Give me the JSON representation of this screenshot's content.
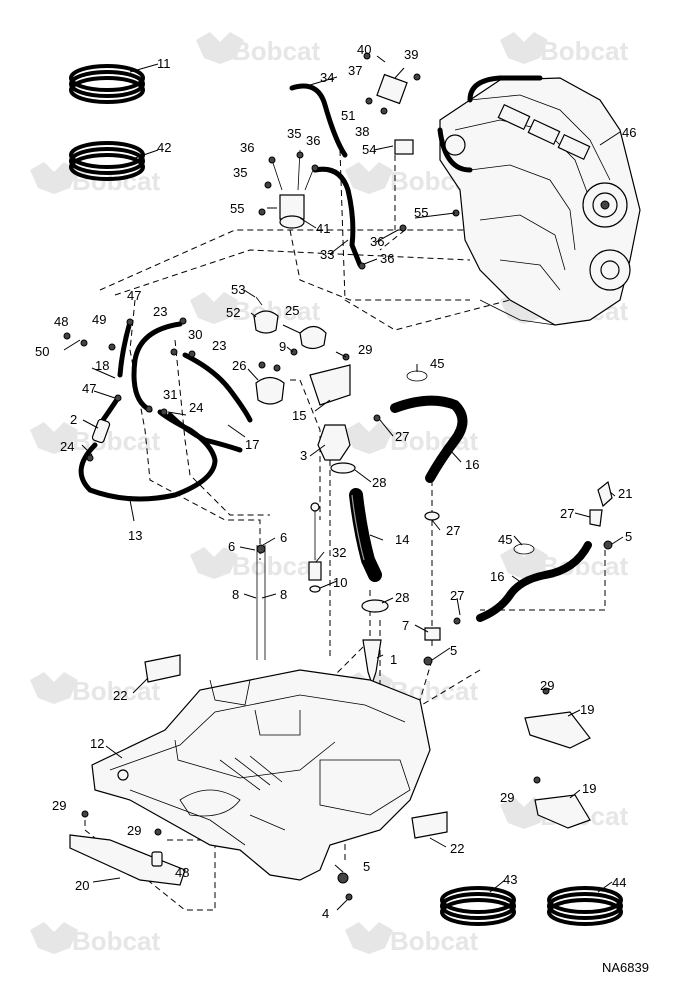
{
  "watermark": {
    "brand": "Bobcat"
  },
  "figure_code": "NA6839",
  "callouts": [
    {
      "id": "c1",
      "label": "1"
    },
    {
      "id": "c2",
      "label": "2"
    },
    {
      "id": "c3",
      "label": "3"
    },
    {
      "id": "c4",
      "label": "4"
    },
    {
      "id": "c5a",
      "label": "5"
    },
    {
      "id": "c5b",
      "label": "5"
    },
    {
      "id": "c5c",
      "label": "5"
    },
    {
      "id": "c6a",
      "label": "6"
    },
    {
      "id": "c6b",
      "label": "6"
    },
    {
      "id": "c7",
      "label": "7"
    },
    {
      "id": "c8a",
      "label": "8"
    },
    {
      "id": "c8b",
      "label": "8"
    },
    {
      "id": "c9",
      "label": "9"
    },
    {
      "id": "c10",
      "label": "10"
    },
    {
      "id": "c11",
      "label": "11"
    },
    {
      "id": "c12",
      "label": "12"
    },
    {
      "id": "c13",
      "label": "13"
    },
    {
      "id": "c14",
      "label": "14"
    },
    {
      "id": "c15",
      "label": "15"
    },
    {
      "id": "c16a",
      "label": "16"
    },
    {
      "id": "c16b",
      "label": "16"
    },
    {
      "id": "c17",
      "label": "17"
    },
    {
      "id": "c18",
      "label": "18"
    },
    {
      "id": "c19a",
      "label": "19"
    },
    {
      "id": "c19b",
      "label": "19"
    },
    {
      "id": "c20",
      "label": "20"
    },
    {
      "id": "c21",
      "label": "21"
    },
    {
      "id": "c22a",
      "label": "22"
    },
    {
      "id": "c22b",
      "label": "22"
    },
    {
      "id": "c23a",
      "label": "23"
    },
    {
      "id": "c23b",
      "label": "23"
    },
    {
      "id": "c24a",
      "label": "24"
    },
    {
      "id": "c24b",
      "label": "24"
    },
    {
      "id": "c25",
      "label": "25"
    },
    {
      "id": "c26",
      "label": "26"
    },
    {
      "id": "c27a",
      "label": "27"
    },
    {
      "id": "c27b",
      "label": "27"
    },
    {
      "id": "c27c",
      "label": "27"
    },
    {
      "id": "c27d",
      "label": "27"
    },
    {
      "id": "c28a",
      "label": "28"
    },
    {
      "id": "c28b",
      "label": "28"
    },
    {
      "id": "c29a",
      "label": "29"
    },
    {
      "id": "c29b",
      "label": "29"
    },
    {
      "id": "c29c",
      "label": "29"
    },
    {
      "id": "c29d",
      "label": "29"
    },
    {
      "id": "c29e",
      "label": "29"
    },
    {
      "id": "c30",
      "label": "30"
    },
    {
      "id": "c31",
      "label": "31"
    },
    {
      "id": "c32",
      "label": "32"
    },
    {
      "id": "c33",
      "label": "33"
    },
    {
      "id": "c34",
      "label": "34"
    },
    {
      "id": "c35a",
      "label": "35"
    },
    {
      "id": "c35b",
      "label": "35"
    },
    {
      "id": "c36a",
      "label": "36"
    },
    {
      "id": "c36b",
      "label": "36"
    },
    {
      "id": "c36c",
      "label": "36"
    },
    {
      "id": "c36d",
      "label": "36"
    },
    {
      "id": "c37",
      "label": "37"
    },
    {
      "id": "c38",
      "label": "38"
    },
    {
      "id": "c39",
      "label": "39"
    },
    {
      "id": "c40",
      "label": "40"
    },
    {
      "id": "c41",
      "label": "41"
    },
    {
      "id": "c42",
      "label": "42"
    },
    {
      "id": "c43",
      "label": "43"
    },
    {
      "id": "c44",
      "label": "44"
    },
    {
      "id": "c45a",
      "label": "45"
    },
    {
      "id": "c45b",
      "label": "45"
    },
    {
      "id": "c46",
      "label": "46"
    },
    {
      "id": "c47a",
      "label": "47"
    },
    {
      "id": "c47b",
      "label": "47"
    },
    {
      "id": "c48a",
      "label": "48"
    },
    {
      "id": "c48b",
      "label": "48"
    },
    {
      "id": "c49",
      "label": "49"
    },
    {
      "id": "c50",
      "label": "50"
    },
    {
      "id": "c51",
      "label": "51"
    },
    {
      "id": "c52",
      "label": "52"
    },
    {
      "id": "c53",
      "label": "53"
    },
    {
      "id": "c54",
      "label": "54"
    },
    {
      "id": "c55a",
      "label": "55"
    },
    {
      "id": "c55b",
      "label": "55"
    }
  ]
}
